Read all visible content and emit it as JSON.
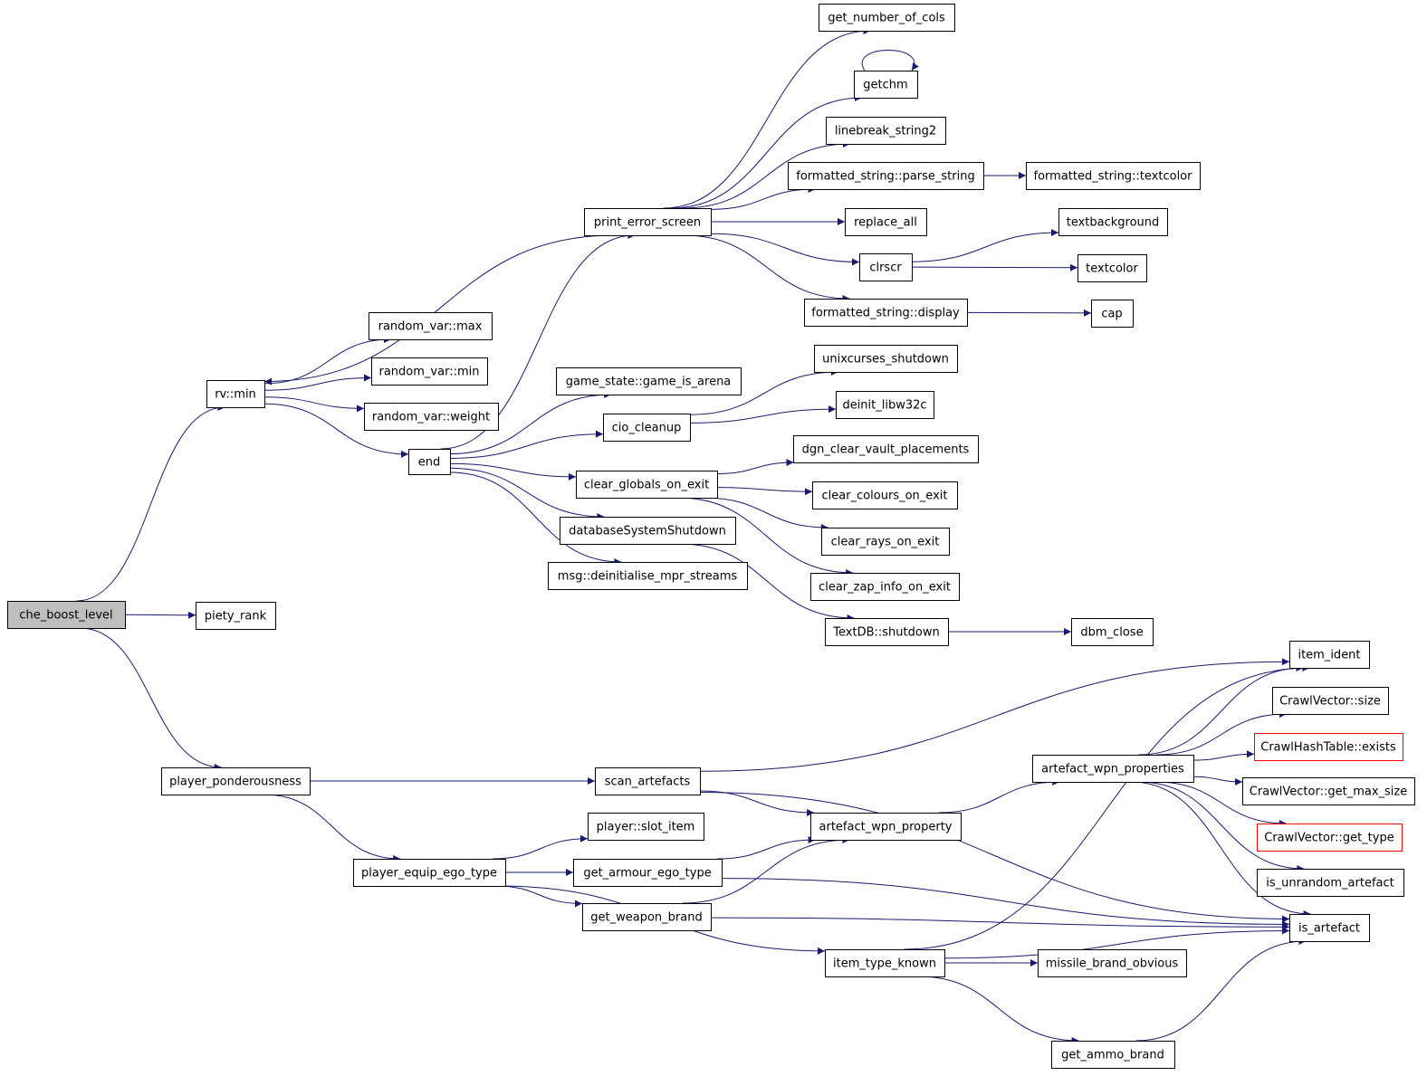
{
  "graph": {
    "edge_color": "#191970",
    "root_fill": "#bfbfbf",
    "external_border_color": "#ff0000",
    "nodes": [
      {
        "id": "che_boost_level",
        "label": "che_boost_level",
        "root": true
      },
      {
        "id": "piety_rank",
        "label": "piety_rank"
      },
      {
        "id": "rv_min",
        "label": "rv::min"
      },
      {
        "id": "player_ponderousness",
        "label": "player_ponderousness"
      },
      {
        "id": "random_var_max",
        "label": "random_var::max"
      },
      {
        "id": "random_var_min",
        "label": "random_var::min"
      },
      {
        "id": "random_var_weight",
        "label": "random_var::weight"
      },
      {
        "id": "end",
        "label": "end"
      },
      {
        "id": "print_error_screen",
        "label": "print_error_screen"
      },
      {
        "id": "game_is_arena",
        "label": "game_state::game_is_arena"
      },
      {
        "id": "cio_cleanup",
        "label": "cio_cleanup"
      },
      {
        "id": "clear_globals_on_exit",
        "label": "clear_globals_on_exit"
      },
      {
        "id": "databaseSystemShutdown",
        "label": "databaseSystemShutdown"
      },
      {
        "id": "deinitialise_mpr_streams",
        "label": "msg::deinitialise_mpr_streams"
      },
      {
        "id": "get_number_of_cols",
        "label": "get_number_of_cols"
      },
      {
        "id": "getchm",
        "label": "getchm"
      },
      {
        "id": "linebreak_string2",
        "label": "linebreak_string2"
      },
      {
        "id": "parse_string",
        "label": "formatted_string::parse_string"
      },
      {
        "id": "fs_textcolor",
        "label": "formatted_string::textcolor"
      },
      {
        "id": "replace_all",
        "label": "replace_all"
      },
      {
        "id": "textbackground",
        "label": "textbackground"
      },
      {
        "id": "clrscr",
        "label": "clrscr"
      },
      {
        "id": "textcolor",
        "label": "textcolor"
      },
      {
        "id": "fs_display",
        "label": "formatted_string::display"
      },
      {
        "id": "cap",
        "label": "cap"
      },
      {
        "id": "unixcurses_shutdown",
        "label": "unixcurses_shutdown"
      },
      {
        "id": "deinit_libw32c",
        "label": "deinit_libw32c"
      },
      {
        "id": "dgn_clear_vault_placements",
        "label": "dgn_clear_vault_placements"
      },
      {
        "id": "clear_colours_on_exit",
        "label": "clear_colours_on_exit"
      },
      {
        "id": "clear_rays_on_exit",
        "label": "clear_rays_on_exit"
      },
      {
        "id": "clear_zap_info_on_exit",
        "label": "clear_zap_info_on_exit"
      },
      {
        "id": "textdb_shutdown",
        "label": "TextDB::shutdown"
      },
      {
        "id": "dbm_close",
        "label": "dbm_close"
      },
      {
        "id": "scan_artefacts",
        "label": "scan_artefacts"
      },
      {
        "id": "player_equip_ego_type",
        "label": "player_equip_ego_type"
      },
      {
        "id": "slot_item",
        "label": "player::slot_item"
      },
      {
        "id": "get_armour_ego_type",
        "label": "get_armour_ego_type"
      },
      {
        "id": "get_weapon_brand",
        "label": "get_weapon_brand"
      },
      {
        "id": "artefact_wpn_property",
        "label": "artefact_wpn_property"
      },
      {
        "id": "artefact_wpn_properties",
        "label": "artefact_wpn_properties"
      },
      {
        "id": "item_type_known",
        "label": "item_type_known"
      },
      {
        "id": "missile_brand_obvious",
        "label": "missile_brand_obvious"
      },
      {
        "id": "get_ammo_brand",
        "label": "get_ammo_brand"
      },
      {
        "id": "item_ident",
        "label": "item_ident"
      },
      {
        "id": "cv_size",
        "label": "CrawlVector::size"
      },
      {
        "id": "cht_exists",
        "label": "CrawlHashTable::exists",
        "external": true
      },
      {
        "id": "cv_get_max_size",
        "label": "CrawlVector::get_max_size"
      },
      {
        "id": "cv_get_type",
        "label": "CrawlVector::get_type",
        "external": true
      },
      {
        "id": "is_unrandom_artefact",
        "label": "is_unrandom_artefact"
      },
      {
        "id": "is_artefact",
        "label": "is_artefact"
      }
    ],
    "edges": [
      [
        "che_boost_level",
        "piety_rank"
      ],
      [
        "che_boost_level",
        "rv_min"
      ],
      [
        "che_boost_level",
        "player_ponderousness"
      ],
      [
        "rv_min",
        "random_var_max"
      ],
      [
        "rv_min",
        "random_var_min"
      ],
      [
        "rv_min",
        "random_var_weight"
      ],
      [
        "rv_min",
        "end"
      ],
      [
        "print_error_screen",
        "rv_min"
      ],
      [
        "end",
        "print_error_screen"
      ],
      [
        "end",
        "game_is_arena"
      ],
      [
        "end",
        "cio_cleanup"
      ],
      [
        "end",
        "clear_globals_on_exit"
      ],
      [
        "end",
        "databaseSystemShutdown"
      ],
      [
        "end",
        "deinitialise_mpr_streams"
      ],
      [
        "print_error_screen",
        "get_number_of_cols"
      ],
      [
        "print_error_screen",
        "getchm"
      ],
      [
        "getchm",
        "getchm"
      ],
      [
        "print_error_screen",
        "linebreak_string2"
      ],
      [
        "print_error_screen",
        "parse_string"
      ],
      [
        "parse_string",
        "fs_textcolor"
      ],
      [
        "print_error_screen",
        "replace_all"
      ],
      [
        "print_error_screen",
        "clrscr"
      ],
      [
        "print_error_screen",
        "fs_display"
      ],
      [
        "clrscr",
        "textbackground"
      ],
      [
        "clrscr",
        "textcolor"
      ],
      [
        "fs_display",
        "cap"
      ],
      [
        "cio_cleanup",
        "unixcurses_shutdown"
      ],
      [
        "cio_cleanup",
        "deinit_libw32c"
      ],
      [
        "clear_globals_on_exit",
        "dgn_clear_vault_placements"
      ],
      [
        "clear_globals_on_exit",
        "clear_colours_on_exit"
      ],
      [
        "clear_globals_on_exit",
        "clear_rays_on_exit"
      ],
      [
        "clear_globals_on_exit",
        "clear_zap_info_on_exit"
      ],
      [
        "databaseSystemShutdown",
        "textdb_shutdown"
      ],
      [
        "textdb_shutdown",
        "dbm_close"
      ],
      [
        "player_ponderousness",
        "scan_artefacts"
      ],
      [
        "player_ponderousness",
        "player_equip_ego_type"
      ],
      [
        "scan_artefacts",
        "item_ident"
      ],
      [
        "scan_artefacts",
        "artefact_wpn_property"
      ],
      [
        "scan_artefacts",
        "is_artefact"
      ],
      [
        "player_equip_ego_type",
        "slot_item"
      ],
      [
        "player_equip_ego_type",
        "get_armour_ego_type"
      ],
      [
        "player_equip_ego_type",
        "get_weapon_brand"
      ],
      [
        "player_equip_ego_type",
        "item_type_known"
      ],
      [
        "get_armour_ego_type",
        "artefact_wpn_property"
      ],
      [
        "get_armour_ego_type",
        "is_artefact"
      ],
      [
        "get_weapon_brand",
        "artefact_wpn_property"
      ],
      [
        "get_weapon_brand",
        "is_artefact"
      ],
      [
        "artefact_wpn_property",
        "artefact_wpn_properties"
      ],
      [
        "artefact_wpn_properties",
        "item_ident"
      ],
      [
        "artefact_wpn_properties",
        "cv_size"
      ],
      [
        "artefact_wpn_properties",
        "cht_exists"
      ],
      [
        "artefact_wpn_properties",
        "cv_get_max_size"
      ],
      [
        "artefact_wpn_properties",
        "cv_get_type"
      ],
      [
        "artefact_wpn_properties",
        "is_unrandom_artefact"
      ],
      [
        "artefact_wpn_properties",
        "is_artefact"
      ],
      [
        "item_type_known",
        "item_ident"
      ],
      [
        "item_type_known",
        "missile_brand_obvious"
      ],
      [
        "item_type_known",
        "is_artefact"
      ],
      [
        "item_type_known",
        "get_ammo_brand"
      ],
      [
        "get_ammo_brand",
        "is_artefact"
      ]
    ]
  }
}
